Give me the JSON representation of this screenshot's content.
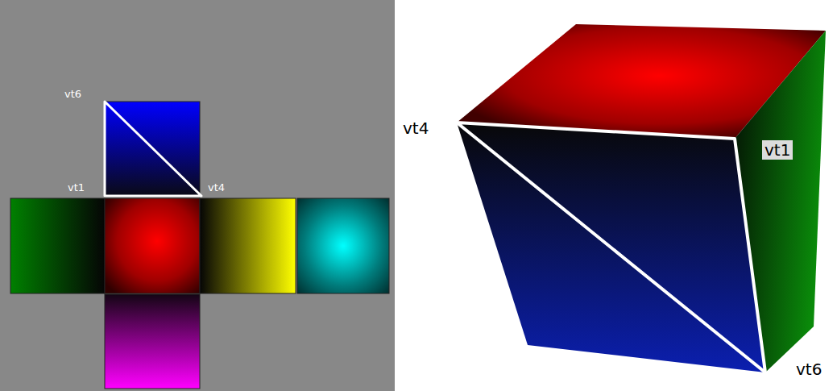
{
  "diagram": {
    "labels": [
      "vt6",
      "vt1",
      "vt4",
      "vt4",
      "vt1",
      "vt6"
    ]
  }
}
